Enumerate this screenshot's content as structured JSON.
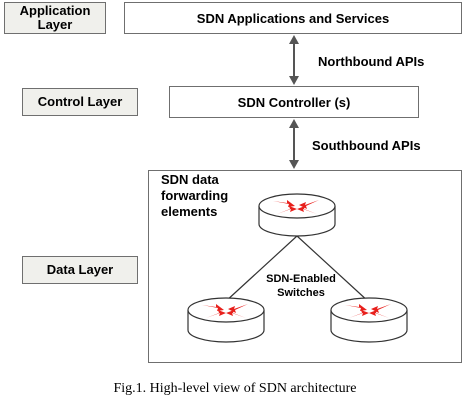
{
  "layers": {
    "application": "Application Layer",
    "control": "Control Layer",
    "data": "Data Layer"
  },
  "boxes": {
    "applications": "SDN Applications and Services",
    "controller": "SDN Controller (s)"
  },
  "apis": {
    "northbound": "Northbound APIs",
    "southbound": "Southbound APIs"
  },
  "data_plane": {
    "title_line1": "SDN data",
    "title_line2": "forwarding",
    "title_line3": "elements",
    "switches_line1": "SDN-Enabled",
    "switches_line2": "Switches"
  },
  "caption": "Fig.1. High-level view of SDN architecture",
  "colors": {
    "arrow_red": "#e8201c",
    "border": "#6f6f6f",
    "layer_fill": "#f0f0ec"
  }
}
